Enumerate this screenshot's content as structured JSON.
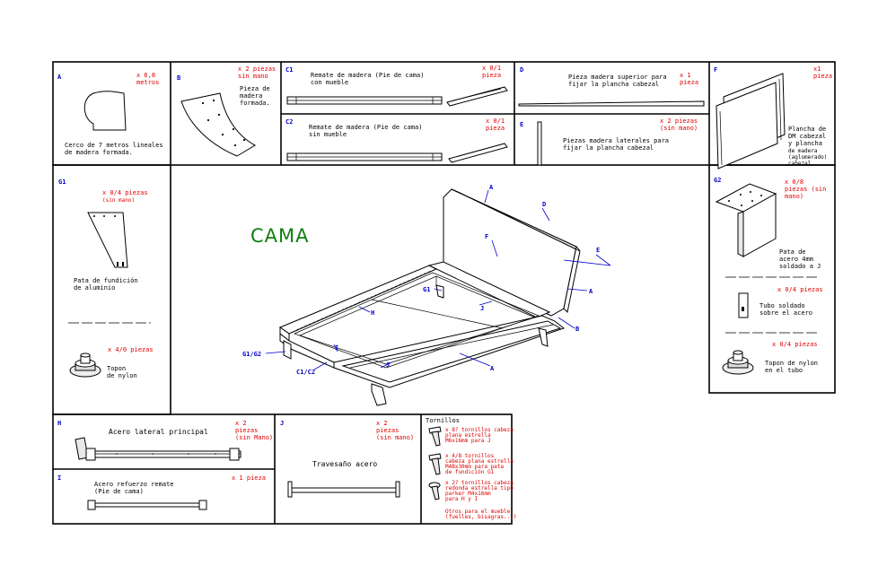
{
  "title": "CAMA",
  "panels": {
    "A": {
      "letter": "A",
      "qty": [
        "x 6,8",
        "metros"
      ],
      "desc": [
        "Cerco de 7 metros lineales",
        "de madera formada."
      ]
    },
    "B": {
      "letter": "B",
      "qty": [
        "x 2 piezas",
        "sin mano"
      ],
      "desc": [
        "Pieza de",
        "madera",
        "formada."
      ]
    },
    "C1": {
      "letter": "C1",
      "qty": [
        "x 0/1",
        "pieza"
      ],
      "desc": [
        "Remate de madera (Pie de cama)",
        "con mueble"
      ]
    },
    "C2": {
      "letter": "C2",
      "qty": [
        "x 0/1",
        "pieza"
      ],
      "desc": [
        "Remate de madera (Pie de cama)",
        "sin mueble"
      ]
    },
    "D": {
      "letter": "D",
      "qty": [
        "x 1",
        "pieza"
      ],
      "desc": [
        "Pieza madera superior para",
        "fijar la plancha cabezal"
      ]
    },
    "E": {
      "letter": "E",
      "qty": [
        "x 2 piezas",
        "(sin mano)"
      ],
      "desc": [
        "Piezas madera laterales para",
        "fijar la plancha cabezal"
      ]
    },
    "F": {
      "letter": "F",
      "qty": [
        "x1",
        "pieza"
      ],
      "desc": [
        "Plancha de",
        "DM cabezal",
        "y plancha",
        "de madera",
        "(aglomerado)",
        "cabezal"
      ]
    },
    "G1": {
      "letter": "G1",
      "qty": [
        "x 0/4 piezas",
        "(sin mano)"
      ],
      "desc": [
        "Pata de fundición",
        "de aluminio"
      ],
      "qty2": "x 4/0 piezas",
      "desc2": [
        "Topon",
        "de nylon"
      ]
    },
    "G2": {
      "letter": "G2",
      "qty": [
        "x 0/8",
        "piezas (sin",
        "mano)"
      ],
      "desc": [
        "Pata de",
        "acero 4mm",
        "soldado a J"
      ],
      "qty2": "x 0/4 piezas",
      "desc2": [
        "Tubo soldado",
        "sobre el acero"
      ],
      "qty3": "x 0/4 piezas",
      "desc3": [
        "Topon de nylon",
        "en el tubo"
      ]
    },
    "H": {
      "letter": "H",
      "qty": [
        "x 2",
        "piezas",
        "(sin Mano)"
      ],
      "desc": "Acero lateral principal"
    },
    "I": {
      "letter": "I",
      "qty": "x 1 pieza",
      "desc": [
        "Acero refuerzo remate",
        "(Pie de cama)"
      ]
    },
    "J": {
      "letter": "J",
      "qty": [
        "x 2",
        "piezas",
        "(sin mano)"
      ],
      "desc": "Travesaño acero"
    },
    "T": {
      "title": "Tornillos",
      "items": [
        [
          "x 8? tornillos cabeza",
          "plana estrella",
          "M6x16mm para J"
        ],
        [
          "x 4/8 tornillos",
          "cabeza plana estrella",
          "M4Bx30mm para pata",
          "de fundición G1"
        ],
        [
          "x 2? tornillos cabeza",
          "redonda estrella tipo",
          "parker M4x16mm",
          "para H y I"
        ]
      ],
      "note": [
        "Otros para el mueble",
        "(fuelles, bisagras...)"
      ]
    }
  },
  "labels": {
    "A1": "A",
    "A2": "A",
    "A3": "A",
    "D": "D",
    "E": "E",
    "F": "F",
    "G1": "G1",
    "H": "H",
    "J1": "J",
    "J2": "J",
    "B": "B",
    "I": "I",
    "G1G2": "G1/G2",
    "C1C2": "C1/C2"
  }
}
